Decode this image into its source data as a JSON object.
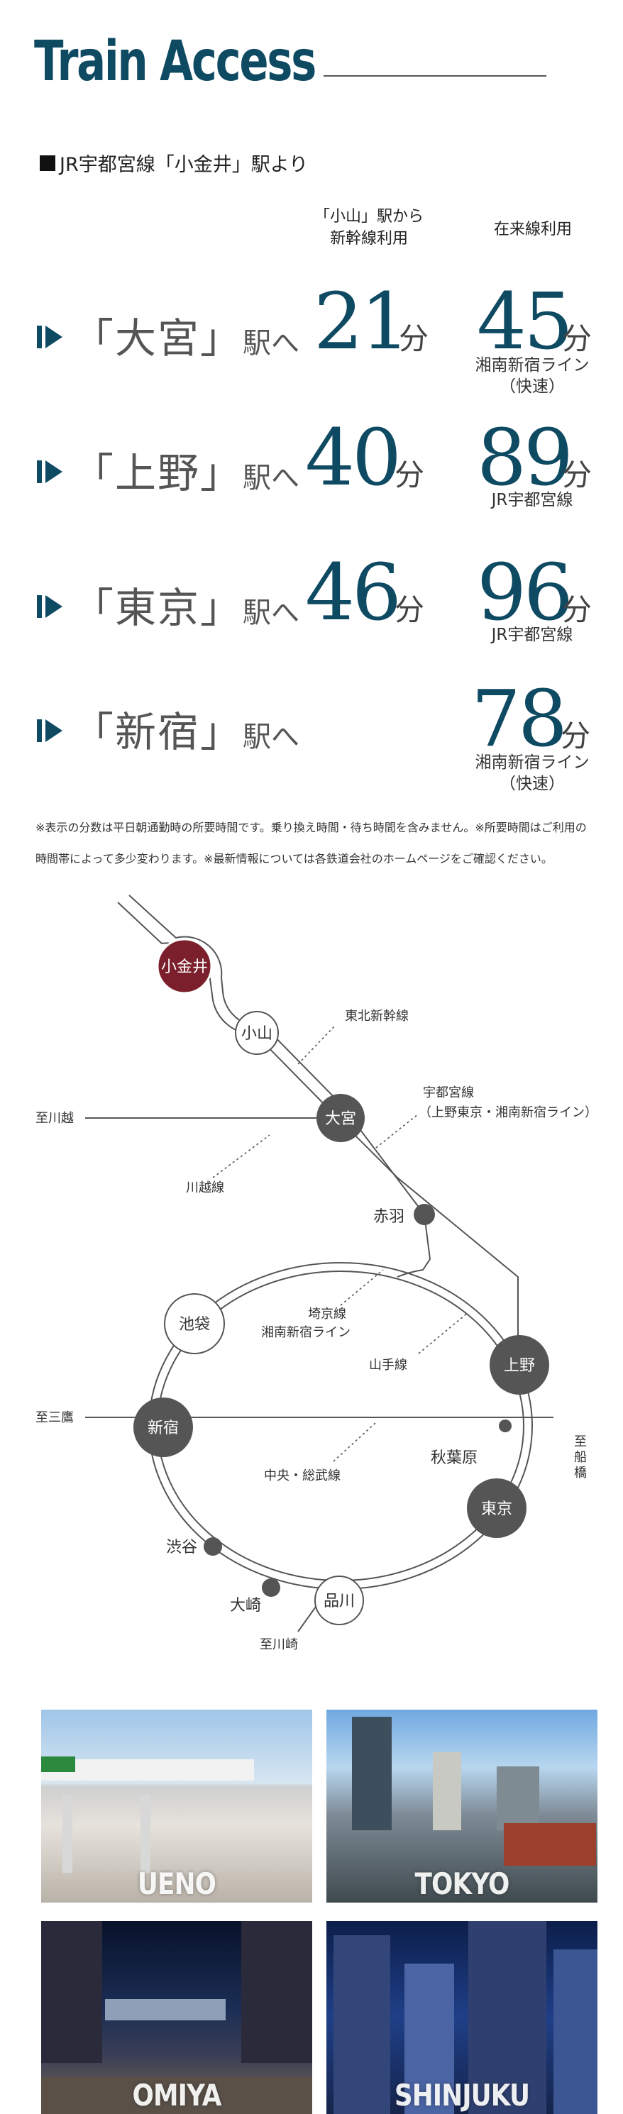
{
  "title": "Train Access",
  "subhead": "JR宇都宮線「小金井」駅より",
  "columns": {
    "shinkansen": [
      "「小山」駅から",
      "新幹線利用"
    ],
    "local": "在来線利用"
  },
  "unit": "分",
  "rows": [
    {
      "open": "「",
      "station": "大宮",
      "close": "」",
      "suffix": "駅へ",
      "shinkansen": "21",
      "local": "45",
      "route_lines": [
        "湘南新宿ライン",
        "（快速）"
      ]
    },
    {
      "open": "「",
      "station": "上野",
      "close": "」",
      "suffix": "駅へ",
      "shinkansen": "40",
      "local": "89",
      "route_lines": [
        "JR宇都宮線"
      ]
    },
    {
      "open": "「",
      "station": "東京",
      "close": "」",
      "suffix": "駅へ",
      "shinkansen": "46",
      "local": "96",
      "route_lines": [
        "JR宇都宮線"
      ]
    },
    {
      "open": "「",
      "station": "新宿",
      "close": "」",
      "suffix": "駅へ",
      "shinkansen": "",
      "local": "78",
      "route_lines": [
        "湘南新宿ライン",
        "（快速）"
      ]
    }
  ],
  "notes": [
    "※表示の分数は平日朝通勤時の所要時間です。乗り換え時間・待ち時間を含みません。※所要時間はご利用の",
    "時間帯によって多少変わります。※最新情報については各鉄道会社のホームページをご確認ください。"
  ],
  "map": {
    "stations": {
      "koganei": "小金井",
      "oyama": "小山",
      "omiya": "大宮",
      "akabane": "赤羽",
      "ikebukuro": "池袋",
      "ueno": "上野",
      "shinjuku": "新宿",
      "akihabara": "秋葉原",
      "tokyo": "東京",
      "shibuya": "渋谷",
      "osaki": "大崎",
      "shinagawa": "品川"
    },
    "labels": {
      "tohoku": "東北新幹線",
      "utsunomiya": [
        "宇都宮線",
        "（上野東京・湘南新宿ライン）"
      ],
      "kawagoe_to": "至川越",
      "kawagoe_line": "川越線",
      "saikyo": [
        "埼京線",
        "湘南新宿ライン"
      ],
      "yamanote": "山手線",
      "mitaka_to": "至三鷹",
      "chuo": "中央・総武線",
      "funabashi_to": [
        "至",
        "船",
        "橋"
      ],
      "kawasaki_to": "至川崎"
    },
    "colors": {
      "koganei": "#7a1f2b",
      "dark": "#555555",
      "line": "#555555"
    }
  },
  "photos": [
    {
      "name": "UENO"
    },
    {
      "name": "TOKYO"
    },
    {
      "name": "OMIYA"
    },
    {
      "name": "SHINJUKU"
    }
  ]
}
